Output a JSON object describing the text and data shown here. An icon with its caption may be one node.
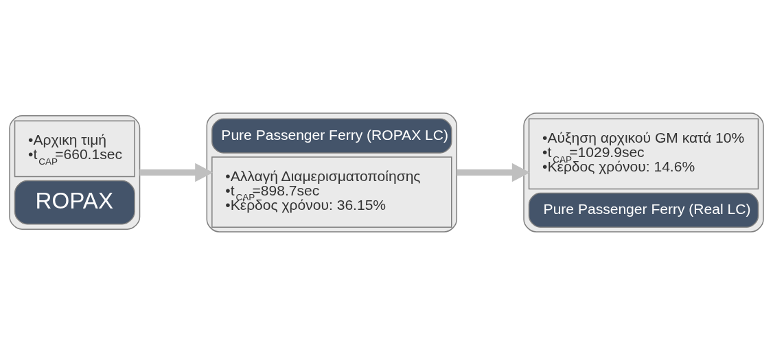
{
  "diagram": {
    "nodes": [
      {
        "text": [
          "•Αρχικη τιμή",
          "•t$_{CAP}$=660.1sec",
          "ROPAX"
        ]
      },
      {
        "text": [
          "Pure Passenger Ferry (ROPAX LC)",
          "•Αλλαγή Διαμερισματοποίησης",
          "•t$_{CAP}$=898.7sec",
          "•Κέρδος χρόνου: 36.15%"
        ]
      },
      {
        "text": [
          "•Αύξηση αρχικού GM κατά 10%",
          "•t$_{CAP}$=1029.9sec",
          "•Κέρδος χρόνου: 14.6%",
          "Pure Passenger Ferry (Real LC)"
        ]
      }
    ],
    "edges": [
      {
        "from": 0,
        "to": 1,
        "arrow": "to"
      },
      {
        "from": 1,
        "to": 2,
        "arrow": "to"
      }
    ]
  }
}
